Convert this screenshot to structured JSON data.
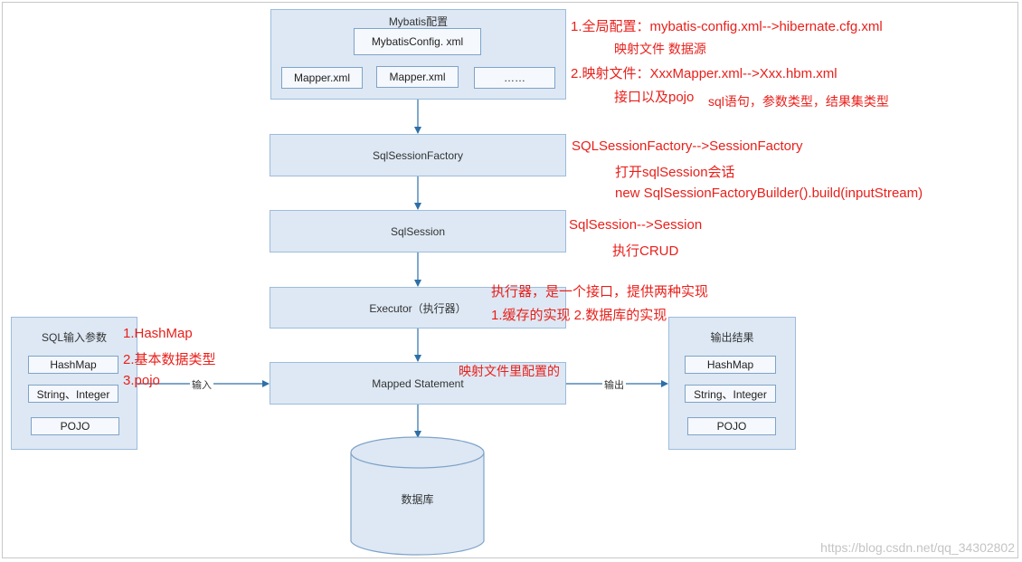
{
  "config": {
    "title": "Mybatis配置",
    "config_file": "MybatisConfig. xml",
    "mappers": [
      "Mapper.xml",
      "Mapper.xml",
      "……"
    ]
  },
  "flow": {
    "factory": "SqlSessionFactory",
    "session": "SqlSession",
    "executor": "Executor（执行器）",
    "mapped": "Mapped Statement",
    "db": "数据库"
  },
  "input_group": {
    "title": "SQL输入参数",
    "items": [
      "HashMap",
      "String、Integer",
      "POJO"
    ],
    "arrow_label": "输入"
  },
  "output_group": {
    "title": "输出结果",
    "items": [
      "HashMap",
      "String、Integer",
      "POJO"
    ],
    "arrow_label": "输出"
  },
  "notes": {
    "config_line1": "1.全局配置：mybatis-config.xml-->hibernate.cfg.xml",
    "config_line2": "映射文件 数据源",
    "config_line3": "2.映射文件：XxxMapper.xml-->Xxx.hbm.xml",
    "config_line4a": "接口以及pojo",
    "config_line4b": "sql语句，参数类型，结果集类型",
    "factory_line1": "SQLSessionFactory-->SessionFactory",
    "factory_line2": "打开sqlSession会话",
    "factory_line3": "new SqlSessionFactoryBuilder().build(inputStream)",
    "session_line1": "SqlSession-->Session",
    "session_line2": "执行CRUD",
    "executor_line1": "执行器，是一个接口，提供两种实现",
    "executor_line2": "1.缓存的实现 2.数据库的实现",
    "input_line1": "1.HashMap",
    "input_line2": "2.基本数据类型",
    "input_line3": "3.pojo",
    "mapped_line1": "映射文件里配置的"
  },
  "watermark": "https://blog.csdn.net/qq_34302802",
  "colors": {
    "box_fill": "#dde8f4",
    "box_border": "#9dbcdc",
    "arrow": "#2d6fa8",
    "note": "#e8201b"
  }
}
